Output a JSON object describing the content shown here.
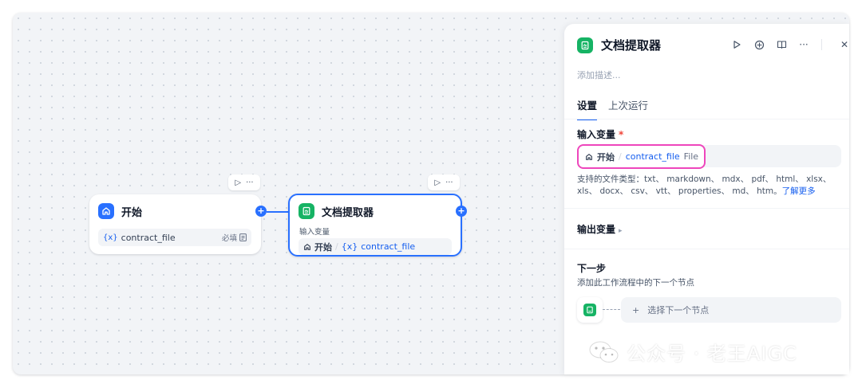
{
  "canvas": {
    "start_node": {
      "title": "开始",
      "variable": {
        "symbol": "{x}",
        "name": "contract_file",
        "required": "必填"
      }
    },
    "extractor_node": {
      "title": "文档提取器",
      "input_label": "输入变量",
      "ref": {
        "source": "开始",
        "separator": "/",
        "symbol": "{x}",
        "name": "contract_file"
      }
    },
    "toolbar_play": "▷",
    "toolbar_more": "···",
    "add_handle": "+"
  },
  "panel": {
    "title": "文档提取器",
    "description_placeholder": "添加描述...",
    "tabs": [
      {
        "label": "设置",
        "active": true
      },
      {
        "label": "上次运行",
        "active": false
      }
    ],
    "input_section": {
      "label": "输入变量",
      "required_mark": "*",
      "value": {
        "source": "开始",
        "separator": "/",
        "name": "contract_file",
        "type": "File"
      },
      "hint": "支持的文件类型：txt、 markdown、 mdx、 pdf、 html、 xlsx、 xls、 docx、 csv、 vtt、 properties、 md、 htm。",
      "hint_link": "了解更多"
    },
    "output_section": {
      "label": "输出变量",
      "caret": "▸"
    },
    "next_step": {
      "label": "下一步",
      "description": "添加此工作流程中的下一个节点",
      "select_plus": "+",
      "select_label": "选择下一个节点"
    },
    "tools": [
      "play-icon",
      "crosshair-icon",
      "book-icon",
      "more-icon",
      "close-icon"
    ],
    "tool_glyphs": {
      "more": "···",
      "close": "✕"
    }
  },
  "watermark": {
    "text": "公众号 · 老王AIGC"
  },
  "colors": {
    "accent": "#2970ff",
    "green": "#16b364",
    "highlight": "#ee46bc",
    "required": "#f04438"
  }
}
